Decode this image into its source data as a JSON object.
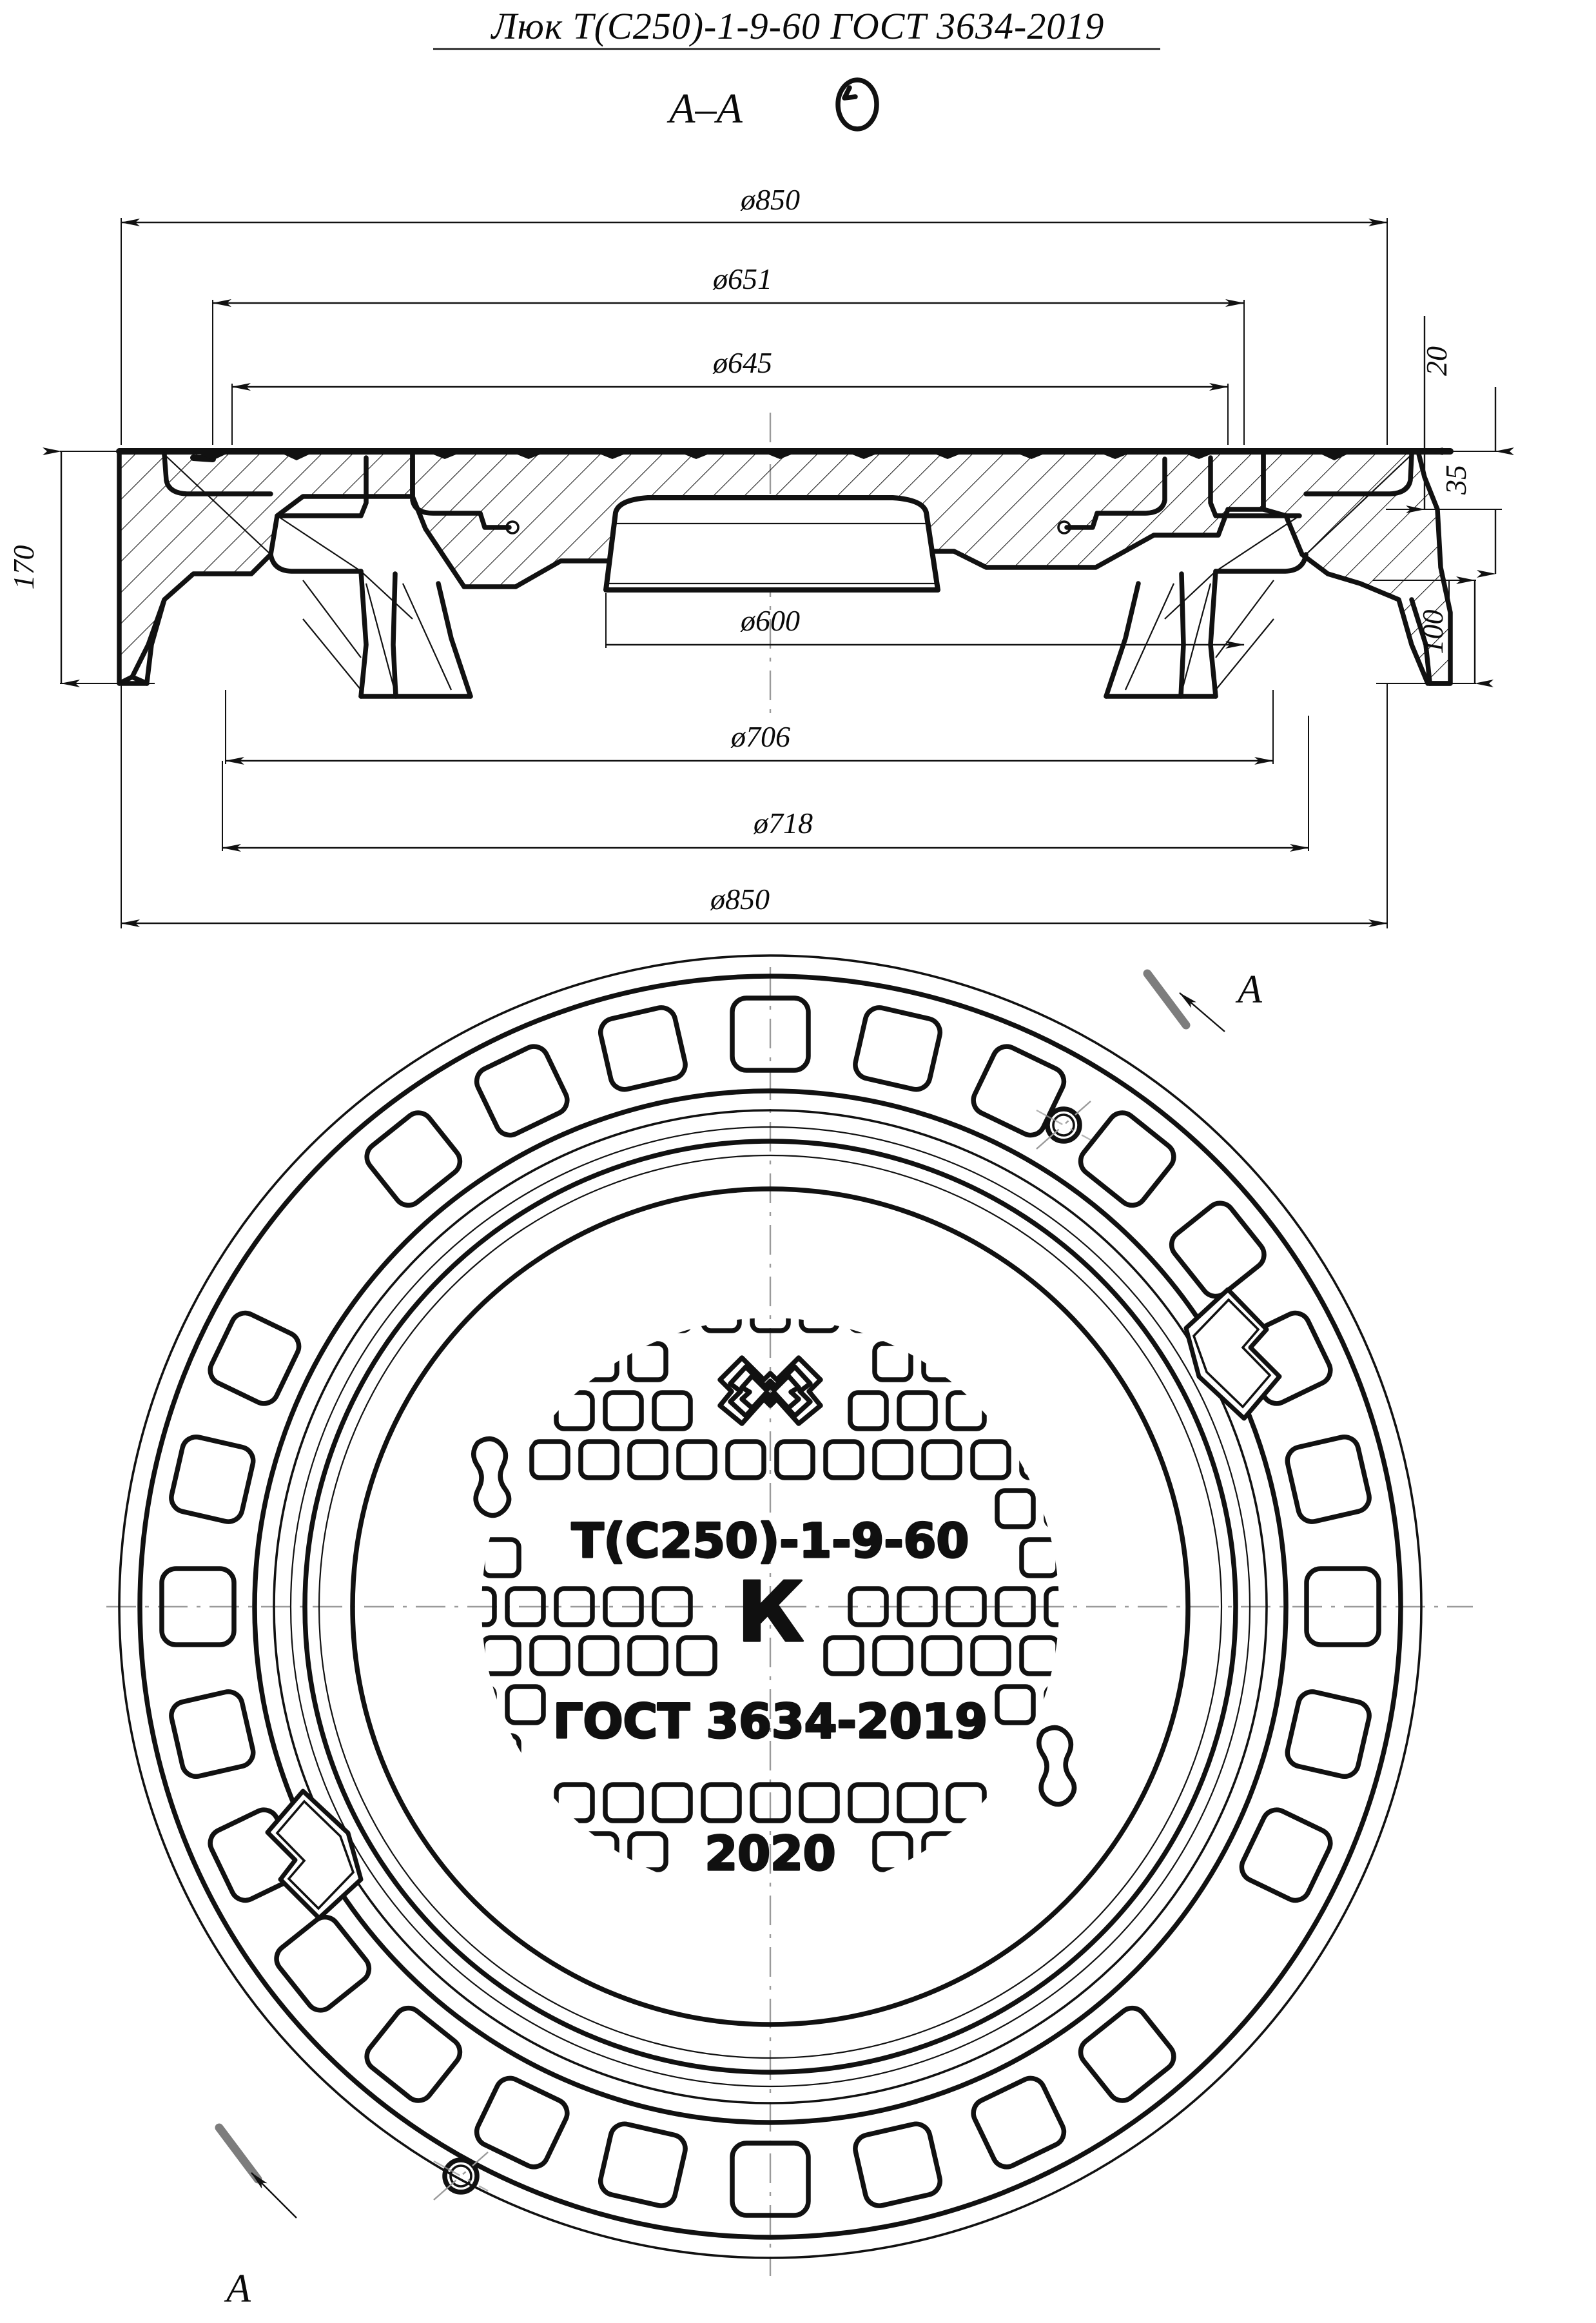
{
  "drawing": {
    "title": "Люк Т(С250)-1-9-60  ГОСТ 3634-2019",
    "section_label": "А–А",
    "rotation_symbol": "↻",
    "section_mark_top": "А",
    "section_mark_bottom": "А"
  },
  "dimensions": {
    "top": [
      {
        "id": "d850_top",
        "label": "ø850"
      },
      {
        "id": "d651",
        "label": "ø651"
      },
      {
        "id": "d645",
        "label": "ø645"
      }
    ],
    "bottom": [
      {
        "id": "d600",
        "label": "ø600"
      },
      {
        "id": "d706",
        "label": "ø706"
      },
      {
        "id": "d718",
        "label": "ø718"
      },
      {
        "id": "d850_bot",
        "label": "ø850"
      }
    ],
    "vertical_left": [
      {
        "id": "h170",
        "label": "170"
      }
    ],
    "vertical_right": [
      {
        "id": "h20",
        "label": "20"
      },
      {
        "id": "h35",
        "label": "35"
      },
      {
        "id": "h100",
        "label": "100"
      }
    ]
  },
  "cover_markings": {
    "logo": "manufacturer-logo",
    "line1": "Т(С250)-1-9-60",
    "line2": "К",
    "line3": "ГОСТ 3634-2019",
    "line4": "2020"
  },
  "colors": {
    "line": "#111111",
    "centerline": "#9a9a9a",
    "section_bar": "#7d7d7d",
    "background": "#ffffff"
  },
  "plan_view": {
    "ring_recess_count": 28,
    "grid_rows": 13
  }
}
